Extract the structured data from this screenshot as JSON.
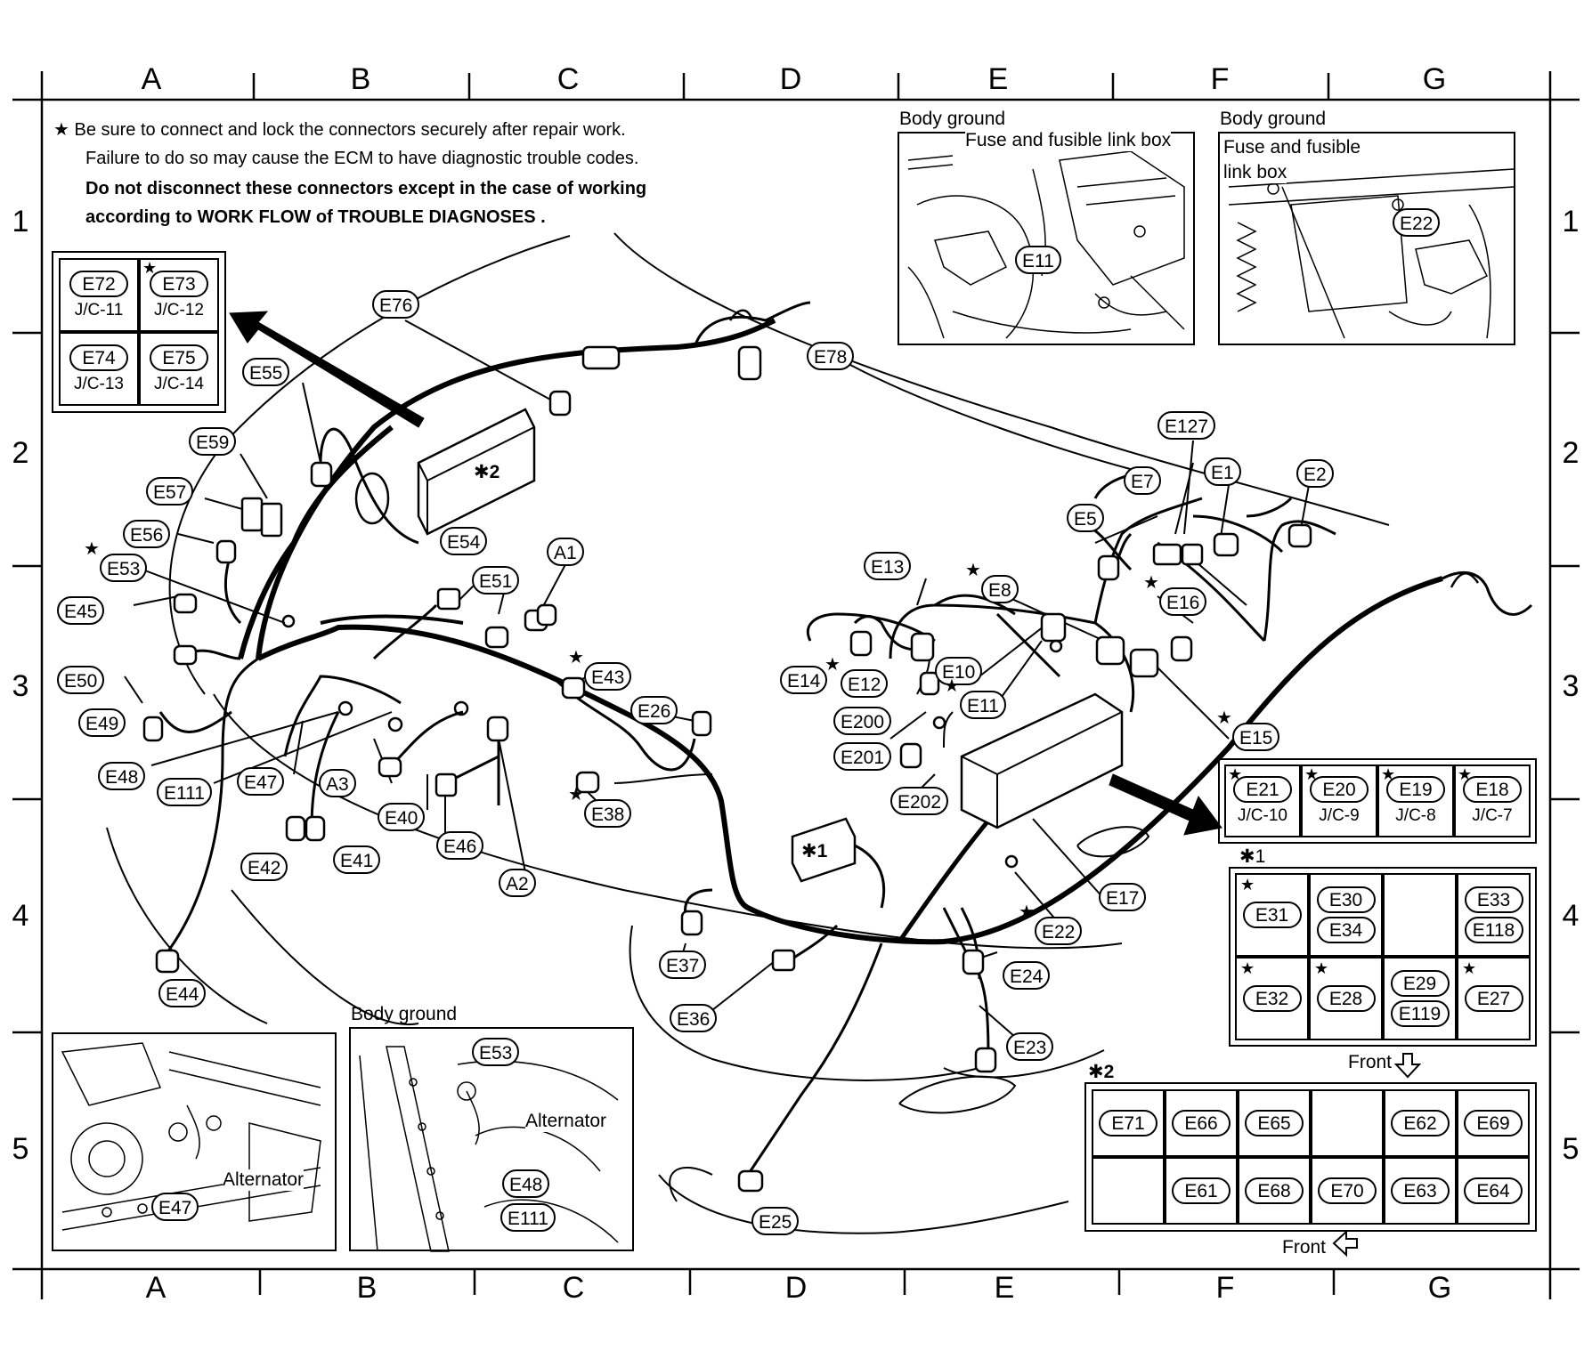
{
  "columns": [
    "A",
    "B",
    "C",
    "D",
    "E",
    "F",
    "G"
  ],
  "rows": [
    "1",
    "2",
    "3",
    "4",
    "5"
  ],
  "note": {
    "line1": "★  Be sure to connect and lock the connectors securely after repair work.",
    "line2": "Failure to do so may cause the ECM to have diagnostic trouble codes.",
    "line3": "Do not disconnect these connectors except in the case of working",
    "line4": "according to WORK FLOW of TROUBLE DIAGNOSES ."
  },
  "inset_e11": {
    "title": "Body ground",
    "caption": "Fuse and fusible link box",
    "connector": "E11"
  },
  "inset_e22": {
    "title": "Body ground",
    "caption_1": "Fuse and fusible",
    "caption_2": "link box",
    "connector": "E22"
  },
  "inset_e47": {
    "caption": "Alternator",
    "connector": "E47"
  },
  "inset_e53": {
    "title": "Body ground",
    "caption": "Alternator",
    "connectors": [
      "E53",
      "E48",
      "E111"
    ]
  },
  "jc_top_left": [
    {
      "code": "E72",
      "jc": "J/C-11",
      "star": ""
    },
    {
      "code": "E73",
      "jc": "J/C-12",
      "star": "★"
    },
    {
      "code": "E74",
      "jc": "J/C-13",
      "star": ""
    },
    {
      "code": "E75",
      "jc": "J/C-14",
      "star": ""
    }
  ],
  "jc_right": [
    {
      "code": "E21",
      "jc": "J/C-10",
      "star": "★"
    },
    {
      "code": "E20",
      "jc": "J/C-9",
      "star": "★"
    },
    {
      "code": "E19",
      "jc": "J/C-8",
      "star": "★"
    },
    {
      "code": "E18",
      "jc": "J/C-7",
      "star": "★"
    }
  ],
  "block1": {
    "title": "✱1",
    "front_label": "Front",
    "cells": [
      {
        "codes": [
          "E31"
        ],
        "star": "★"
      },
      {
        "codes": [
          "E30",
          "E34"
        ],
        "star": ""
      },
      {
        "codes": [],
        "star": ""
      },
      {
        "codes": [
          "E33",
          "E118"
        ],
        "star": ""
      },
      {
        "codes": [
          "E32"
        ],
        "star": "★"
      },
      {
        "codes": [
          "E28"
        ],
        "star": "★"
      },
      {
        "codes": [
          "E29",
          "E119"
        ],
        "star": ""
      },
      {
        "codes": [
          "E27"
        ],
        "star": "★"
      }
    ]
  },
  "block2": {
    "title": "✱2",
    "front_label": "Front",
    "cells": [
      {
        "codes": [
          "E71"
        ]
      },
      {
        "codes": [
          "E66"
        ]
      },
      {
        "codes": [
          "E65"
        ]
      },
      {
        "codes": []
      },
      {
        "codes": [
          "E62"
        ]
      },
      {
        "codes": [
          "E69"
        ]
      },
      {
        "codes": []
      },
      {
        "codes": [
          "E61"
        ]
      },
      {
        "codes": [
          "E68"
        ]
      },
      {
        "codes": [
          "E70"
        ]
      },
      {
        "codes": [
          "E63"
        ]
      },
      {
        "codes": [
          "E64"
        ]
      }
    ]
  },
  "box_markers": {
    "m1": "✱1",
    "m2": "✱2"
  },
  "connectors": [
    {
      "id": "E76",
      "star": ""
    },
    {
      "id": "E78",
      "star": ""
    },
    {
      "id": "E55",
      "star": ""
    },
    {
      "id": "E59",
      "star": ""
    },
    {
      "id": "E57",
      "star": ""
    },
    {
      "id": "E56",
      "star": ""
    },
    {
      "id": "E53",
      "star": "★"
    },
    {
      "id": "E45",
      "star": ""
    },
    {
      "id": "E50",
      "star": ""
    },
    {
      "id": "E49",
      "star": ""
    },
    {
      "id": "E48",
      "star": ""
    },
    {
      "id": "E111",
      "star": ""
    },
    {
      "id": "E47",
      "star": ""
    },
    {
      "id": "A3",
      "star": ""
    },
    {
      "id": "E40",
      "star": ""
    },
    {
      "id": "E46",
      "star": ""
    },
    {
      "id": "E42",
      "star": ""
    },
    {
      "id": "E41",
      "star": ""
    },
    {
      "id": "A2",
      "star": ""
    },
    {
      "id": "E44",
      "star": ""
    },
    {
      "id": "E54",
      "star": ""
    },
    {
      "id": "E51",
      "star": ""
    },
    {
      "id": "A1",
      "star": ""
    },
    {
      "id": "E43",
      "star": "★"
    },
    {
      "id": "E26",
      "star": ""
    },
    {
      "id": "E38",
      "star": "★"
    },
    {
      "id": "E37",
      "star": ""
    },
    {
      "id": "E36",
      "star": ""
    },
    {
      "id": "E25",
      "star": ""
    },
    {
      "id": "E23",
      "star": ""
    },
    {
      "id": "E24",
      "star": ""
    },
    {
      "id": "E22",
      "star": "★"
    },
    {
      "id": "E17",
      "star": ""
    },
    {
      "id": "E202",
      "star": ""
    },
    {
      "id": "E201",
      "star": ""
    },
    {
      "id": "E200",
      "star": ""
    },
    {
      "id": "E14",
      "star": ""
    },
    {
      "id": "E12",
      "star": "★"
    },
    {
      "id": "E13",
      "star": ""
    },
    {
      "id": "E10",
      "star": ""
    },
    {
      "id": "E11",
      "star": "★"
    },
    {
      "id": "E8",
      "star": "★"
    },
    {
      "id": "E15",
      "star": "★"
    },
    {
      "id": "E16",
      "star": "★"
    },
    {
      "id": "E5",
      "star": ""
    },
    {
      "id": "E7",
      "star": ""
    },
    {
      "id": "E127",
      "star": ""
    },
    {
      "id": "E1",
      "star": ""
    },
    {
      "id": "E2",
      "star": ""
    }
  ]
}
